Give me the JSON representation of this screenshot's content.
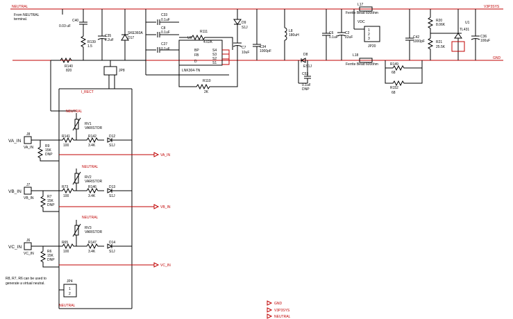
{
  "nets": {
    "neutral": "NEUTRAL",
    "v3p3": "V3P3SYS",
    "gnd": "GND",
    "i_rect": "I_RECT",
    "va_in": "VA_IN",
    "vb_in": "VB_IN",
    "vc_in": "VC_IN"
  },
  "notes": {
    "from_neutral_1": "From NEUTRAL",
    "from_neutral_2": "terminal.",
    "virtual_1": "R8, R7, R6 can be used to",
    "virtual_2": "generate a virtual neutral."
  },
  "parts": {
    "c40": [
      "C40",
      "0.03 uF"
    ],
    "r139": [
      "R139",
      "1.5"
    ],
    "c35": [
      "C35",
      "2.2uF"
    ],
    "d17": [
      "SKE360A",
      "D17"
    ],
    "c33": [
      "C33",
      "0.1uF"
    ],
    "c8": [
      "C8",
      "0.1uF"
    ],
    "c27": [
      "C27",
      "0.1uF"
    ],
    "r111": [
      "R111",
      "4.02K"
    ],
    "u6": [
      "U6",
      "LNK304-TN"
    ],
    "u6_pins": [
      "BP",
      "FB",
      "D",
      "S4",
      "S3",
      "S2",
      "S1"
    ],
    "d9": [
      "D9",
      "S1J"
    ],
    "c7": [
      "C7",
      "10uF"
    ],
    "c34": [
      "C34",
      "1000pF"
    ],
    "r110": [
      "R110",
      "2K"
    ],
    "l8": [
      "L8",
      "180uH"
    ],
    "d8": [
      "D8",
      "ES1J"
    ],
    "c53": [
      "C53",
      "0.1uF",
      "DNP"
    ],
    "c6": [
      "C6",
      "0.1uF"
    ],
    "c2": [
      "C2",
      "22uF"
    ],
    "l17": [
      "L17",
      "Ferrite Bead 600ohm"
    ],
    "l18": [
      "L18",
      "Ferrite Bead 600ohm"
    ],
    "jp20": [
      "VDC",
      "JP20"
    ],
    "r149": [
      "R149",
      "68"
    ],
    "r152": [
      "R152",
      "68"
    ],
    "c42": [
      "C42",
      "1000pF"
    ],
    "r20": [
      "R20",
      "8.06K"
    ],
    "r21": [
      "R21",
      "25.5K"
    ],
    "u1": [
      "U1",
      "TL431"
    ],
    "c36": [
      "C36",
      "100uF"
    ],
    "r140": [
      "R140",
      "820"
    ],
    "jp8": [
      "JP8"
    ],
    "jp4": [
      "JP4"
    ],
    "a": [
      "J8",
      "VA_IN",
      "R9",
      "15K",
      "DNP",
      "R141",
      "100",
      "RV1",
      "VARISTOR",
      "R142",
      "3.4K",
      "D12",
      "S1J"
    ],
    "b": [
      "J7",
      "VB_IN",
      "R7",
      "15K",
      "DNP",
      "R73",
      "100",
      "RV2",
      "VARISTOR",
      "R146",
      "3.4K",
      "D13",
      "S1J"
    ],
    "c": [
      "J6",
      "VC_IN",
      "R6",
      "15K",
      "DNP",
      "R65",
      "100",
      "RV3",
      "VARISTOR",
      "R147",
      "3.4K",
      "D14",
      "S1J"
    ]
  },
  "legend": [
    "GND",
    "V3P3SYS",
    "NEUTRAL"
  ]
}
